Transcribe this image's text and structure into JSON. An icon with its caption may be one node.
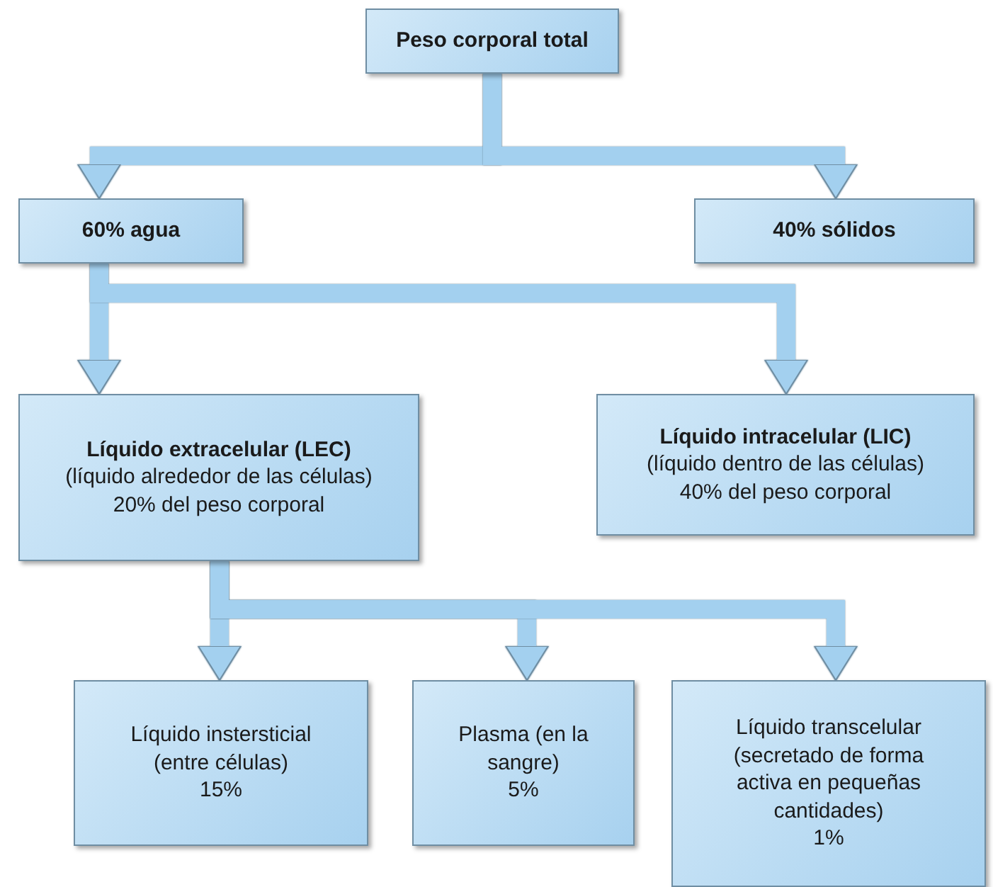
{
  "diagram": {
    "nodes": [
      {
        "text": [
          "Peso corporal total"
        ]
      },
      {
        "text": [
          "60% agua"
        ]
      },
      {
        "text": [
          "40% sólidos"
        ]
      },
      {
        "text": [
          "Líquido extracelular (LEC)",
          "(líquido alrededor de las células)",
          "20% del peso corporal"
        ]
      },
      {
        "text": [
          "Líquido intracelular (LIC)",
          "(líquido dentro de las células)",
          "40% del peso corporal"
        ]
      },
      {
        "text": [
          "Líquido instersticial (entre células)",
          "15%"
        ]
      },
      {
        "text": [
          "Plasma (en la sangre)",
          "5%"
        ]
      },
      {
        "text": [
          "Líquido transcelular (secretado de forma activa en pequeñas cantidades)",
          "1%"
        ]
      }
    ],
    "edges": [
      {
        "from": 0,
        "to": 1,
        "arrow": "to"
      },
      {
        "from": 0,
        "to": 2,
        "arrow": "to"
      },
      {
        "from": 1,
        "to": 3,
        "arrow": "to"
      },
      {
        "from": 1,
        "to": 4,
        "arrow": "to"
      },
      {
        "from": 3,
        "to": 5,
        "arrow": "to"
      },
      {
        "from": 3,
        "to": 6,
        "arrow": "to"
      },
      {
        "from": 3,
        "to": 7,
        "arrow": "to"
      }
    ]
  }
}
